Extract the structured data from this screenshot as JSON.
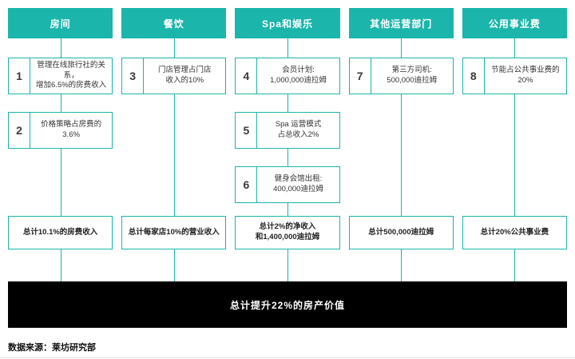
{
  "columns": [
    {
      "header": "房间",
      "boxes": [
        {
          "num": "1",
          "text": "管理在线旅行社的关系，\n增加6.5%的房费收入"
        },
        {
          "num": "2",
          "text": "价格策略占房费的3.6%"
        }
      ],
      "summary": "总计10.1%的房费收入"
    },
    {
      "header": "餐饮",
      "boxes": [
        {
          "num": "3",
          "text": "门店管理占门店\n收入的10%"
        }
      ],
      "summary": "总计每家店10%的营业收入"
    },
    {
      "header": "Spa和娱乐",
      "boxes": [
        {
          "num": "4",
          "text": "会员计划:\n1,000,000迪拉姆"
        },
        {
          "num": "5",
          "text": "Spa 运营模式\n占总收入2%"
        },
        {
          "num": "6",
          "text": "健身会馆出租:\n400,000迪拉姆"
        }
      ],
      "summary": "总计2%的净收入\n和1,400,000迪拉姆"
    },
    {
      "header": "其他运营部门",
      "boxes": [
        {
          "num": "7",
          "text": "第三方司机:\n500,000迪拉姆"
        }
      ],
      "summary": "总计500,000迪拉姆"
    },
    {
      "header": "公用事业费",
      "boxes": [
        {
          "num": "8",
          "text": "节能占公共事业费的20%"
        }
      ],
      "summary": "总计20%公共事业费"
    }
  ],
  "total_bar": "总计提升22%的房产价值",
  "source": "数据来源：莱坊研究部",
  "colors": {
    "accent": "#1bb5ab",
    "total_bar_bg": "#000000"
  }
}
